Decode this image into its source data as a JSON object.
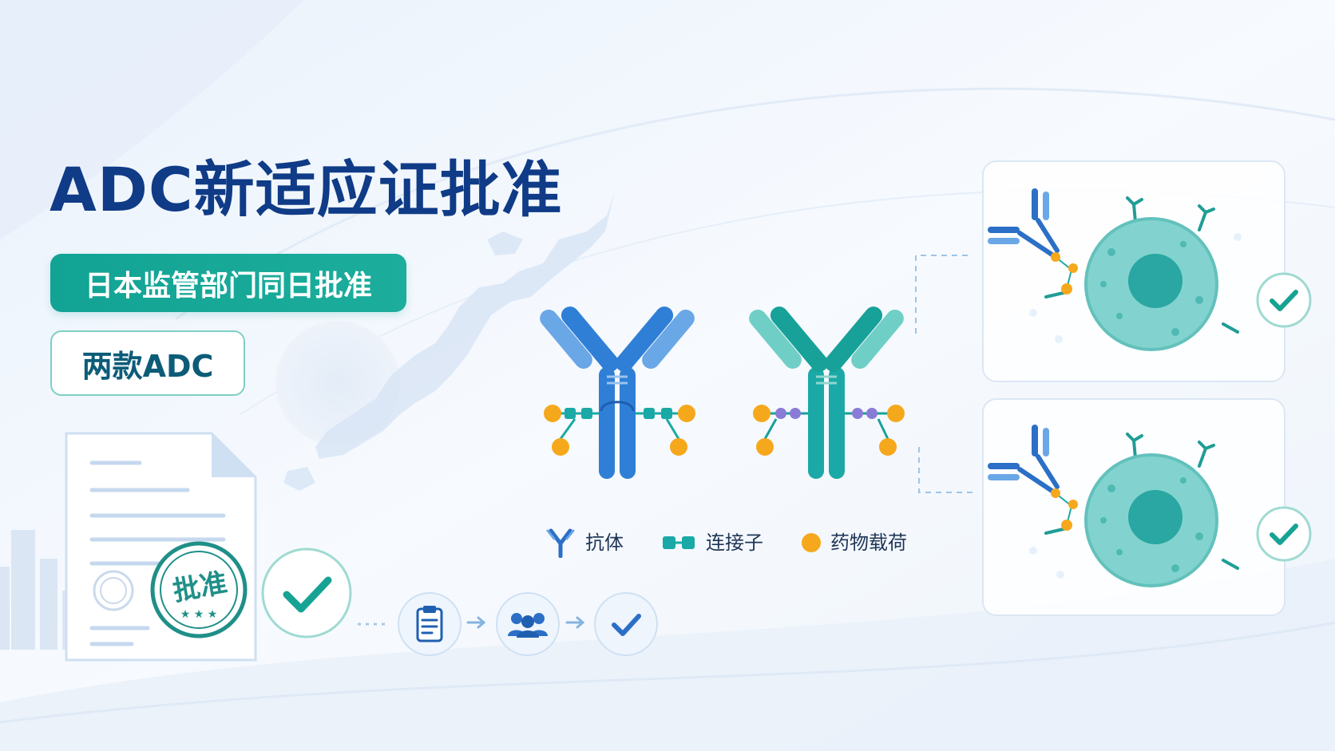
{
  "headline": "ADC新适应证批准",
  "badge_primary": "日本监管部门同日批准",
  "badge_secondary": "两款ADC",
  "stamp_text": "批准",
  "legend": {
    "antibody": "抗体",
    "linker": "连接子",
    "payload": "药物载荷"
  },
  "colors": {
    "title_navy": "#0f3b87",
    "accent_teal": "#15a394",
    "antibody_blue": "#2f7fd6",
    "antibody_teal": "#1aa9a6",
    "payload_orange": "#f6a81c",
    "linker_purple": "#8a7bd6",
    "cell_teal": "#7fd0cc"
  },
  "icons": {
    "document": "document-icon",
    "stamp": "approval-stamp-icon",
    "check": "check-icon",
    "clipboard": "clipboard-icon",
    "people": "people-icon",
    "antibody": "antibody-icon",
    "linker": "linker-icon",
    "payload": "payload-icon",
    "cell": "tumor-cell-icon"
  }
}
